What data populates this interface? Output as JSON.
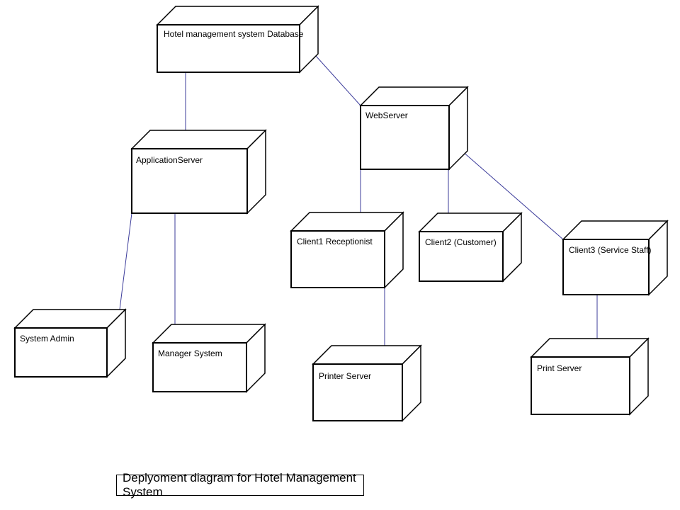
{
  "diagram": {
    "nodes": [
      {
        "id": "db",
        "label": "Hotel management system Database"
      },
      {
        "id": "app",
        "label": "ApplicationServer"
      },
      {
        "id": "web",
        "label": "WebServer"
      },
      {
        "id": "sysadmin",
        "label": "System Admin"
      },
      {
        "id": "manager",
        "label": "Manager System"
      },
      {
        "id": "client1",
        "label": "Client1 Receptionist"
      },
      {
        "id": "client2",
        "label": "Client2 (Customer)"
      },
      {
        "id": "client3",
        "label": "Client3 (Service Staff)"
      },
      {
        "id": "printer",
        "label": "Printer Server"
      },
      {
        "id": "print",
        "label": "Print Server"
      }
    ],
    "edges": [
      {
        "from": "db",
        "to": "app"
      },
      {
        "from": "db",
        "to": "web"
      },
      {
        "from": "app",
        "to": "sysadmin"
      },
      {
        "from": "app",
        "to": "manager"
      },
      {
        "from": "web",
        "to": "client1"
      },
      {
        "from": "web",
        "to": "client2"
      },
      {
        "from": "web",
        "to": "client3"
      },
      {
        "from": "client1",
        "to": "printer"
      },
      {
        "from": "client3",
        "to": "print"
      }
    ],
    "caption": "Deplyoment diagram for Hotel Management System",
    "colors": {
      "connector": "#3b3b9a",
      "outline": "#000000",
      "background": "#ffffff"
    }
  }
}
